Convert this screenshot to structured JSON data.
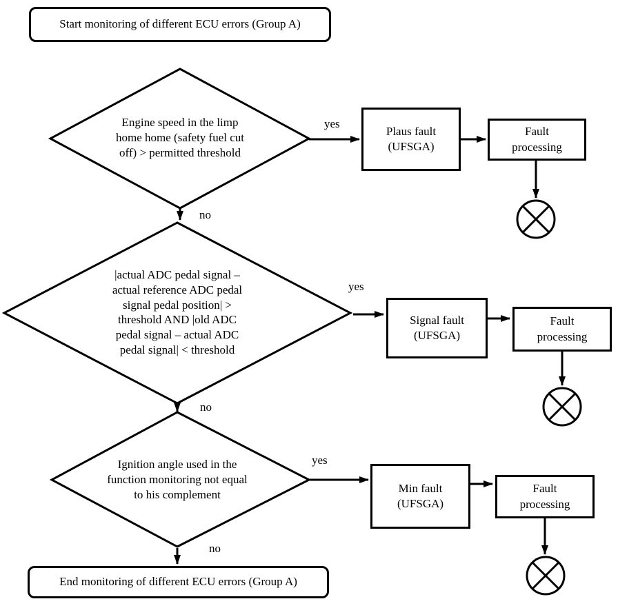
{
  "start": {
    "label": "Start monitoring of different ECU errors (Group A)"
  },
  "end": {
    "label": "End monitoring of different ECU errors (Group A)"
  },
  "decisions": [
    {
      "lines": [
        "Engine speed in the limp",
        "home home (safety fuel cut",
        "off) > permitted threshold"
      ],
      "yes_label": "yes",
      "no_label": "no"
    },
    {
      "lines": [
        "|actual ADC pedal signal –",
        "actual reference ADC pedal",
        "signal pedal position| >",
        "threshold AND |old ADC",
        "pedal signal – actual ADC",
        "pedal signal| < threshold"
      ],
      "yes_label": "yes",
      "no_label": "no"
    },
    {
      "lines": [
        "Ignition angle used in the",
        "function monitoring not equal",
        "to his complement"
      ],
      "yes_label": "yes",
      "no_label": "no"
    }
  ],
  "fault_boxes": [
    {
      "lines": [
        "Plaus fault",
        "(UFSGA)"
      ]
    },
    {
      "lines": [
        "Signal fault",
        "(UFSGA)"
      ]
    },
    {
      "lines": [
        "Min fault",
        "(UFSGA)"
      ]
    }
  ],
  "processing_boxes": [
    {
      "lines": [
        "Fault",
        "processing"
      ]
    },
    {
      "lines": [
        "Fault",
        "processing"
      ]
    },
    {
      "lines": [
        "Fault",
        "processing"
      ]
    }
  ],
  "colors": {
    "line": "#000000",
    "background": "#ffffff"
  }
}
